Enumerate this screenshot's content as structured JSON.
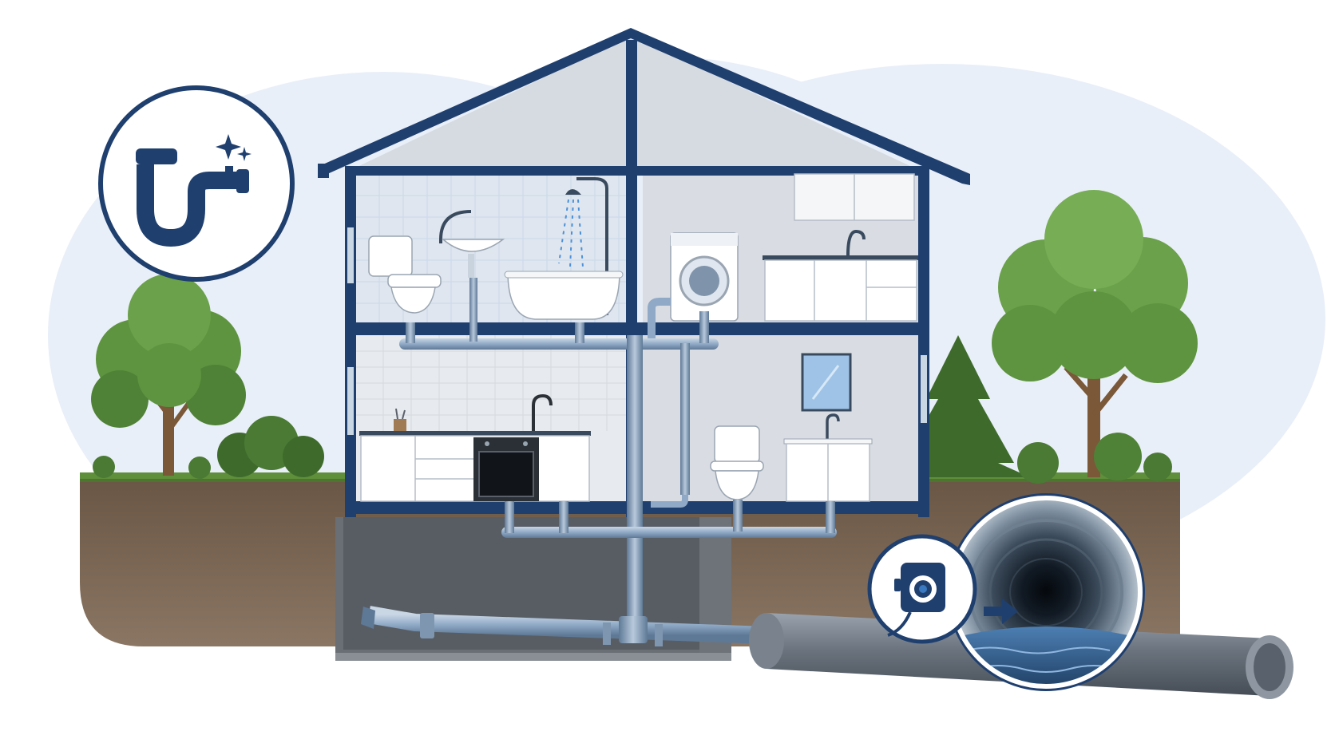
{
  "colors": {
    "navy": "#1f3f6e",
    "sky": "#e9eff8",
    "grass": "#5f8f3a",
    "soil": "#6e5a48",
    "soil_dark": "#56463a",
    "wall": "#d9dde3",
    "wall_light": "#e7eaee",
    "tile": "#d5e1ef",
    "pipe": "#8fa9c6",
    "pipe_dark": "#5e7996",
    "sewer": "#5b646e",
    "water": "#2f5d8e",
    "tree_green": "#5e9440",
    "tree_dark": "#3e6b2c",
    "trunk": "#7a5838"
  },
  "icons": {
    "logo": "plumbing-pipe-sparkle-icon",
    "camera": "inspection-camera-icon",
    "arrow": "arrow-right-icon"
  },
  "rooms": {
    "upper_left": "bathroom",
    "upper_right": "laundry-kitchenette",
    "lower_left": "kitchen",
    "lower_right": "half-bath"
  }
}
